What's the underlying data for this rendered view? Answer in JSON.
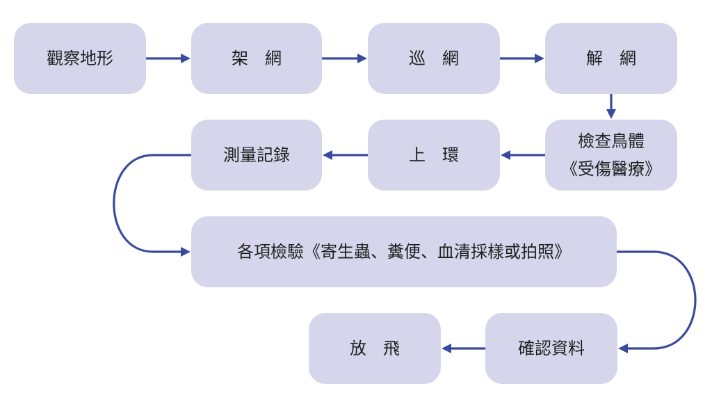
{
  "steps": {
    "observe_terrain": "觀察地形",
    "set_net": "架　網",
    "patrol_net": "巡　網",
    "release_net": "解　網",
    "check_bird": "檢查鳥體",
    "check_bird_note": "《受傷醫療》",
    "ring": "上　環",
    "measure_record": "測量記錄",
    "inspections": "各項檢驗《寄生蟲、糞便、血清採樣或拍照》",
    "confirm_data": "確認資料",
    "release_bird": "放　飛"
  },
  "colors": {
    "box_fill": "#d5d6ec",
    "arrow": "#3a4b9e",
    "text": "#1e1e1e"
  }
}
